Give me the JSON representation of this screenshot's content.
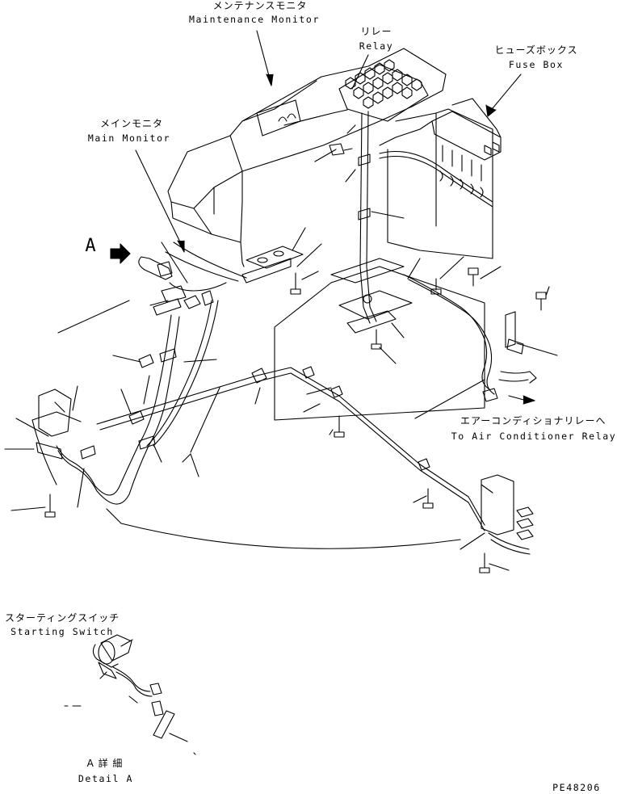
{
  "callouts": {
    "maintenance_monitor_jp": "メンテナンスモニタ",
    "maintenance_monitor_en": "Maintenance Monitor",
    "relay_jp": "リレー",
    "relay_en": "Relay",
    "fuse_box_jp": "ヒューズボックス",
    "fuse_box_en": "Fuse Box",
    "main_monitor_jp": "メインモニタ",
    "main_monitor_en": "Main Monitor",
    "view_marker": "A",
    "to_ac_relay_jp": "エアーコンディショナリレーへ",
    "to_ac_relay_en": "To Air Conditioner Relay",
    "starting_switch_jp": "スターティングスイッチ",
    "starting_switch_en": "Starting Switch",
    "detail_a_jp": "A 詳 細",
    "detail_a_en": "Detail A"
  },
  "drawing_number": "PE48206",
  "colors": {
    "line": "#000000",
    "background": "#ffffff"
  }
}
